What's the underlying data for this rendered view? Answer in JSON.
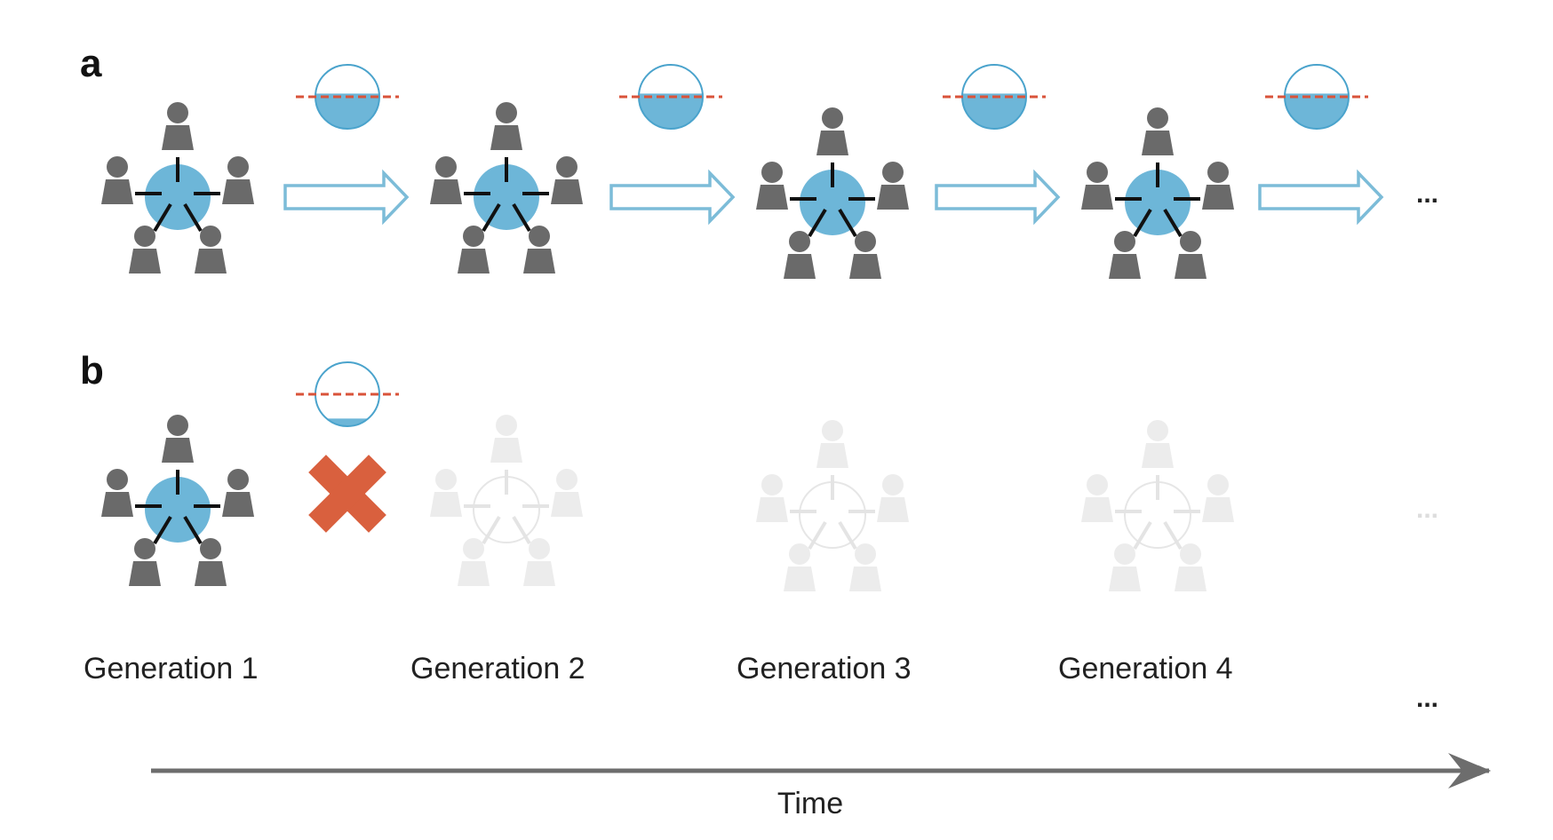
{
  "panels": [
    {
      "label": "a",
      "generations": [
        1,
        2,
        3,
        4
      ],
      "outcome": "continue",
      "continuation": "..."
    },
    {
      "label": "b",
      "generations": [
        1,
        2,
        3,
        4
      ],
      "outcome": "fail",
      "continuation": "..."
    }
  ],
  "generation_labels": [
    "Generation 1",
    "Generation 2",
    "Generation 3",
    "Generation 4"
  ],
  "generation_continuation": "...",
  "axis": {
    "label": "Time"
  },
  "resource_levels": {
    "a": [
      0.55,
      0.55,
      0.55,
      0.55
    ],
    "b": [
      0.12
    ]
  },
  "icons": [
    "person-icon",
    "resource-pool-icon",
    "arrow-right-icon",
    "fail-cross-icon",
    "threshold-line"
  ],
  "colors": {
    "resource_fill": "#6db6d8",
    "resource_stroke": "#4aa3cc",
    "arrow_stroke": "#7cbcd8",
    "person": "#6a6a6a",
    "person_faded": "#ececec",
    "threshold": "#d9533a",
    "cross": "#d9603e",
    "axis": "#6d6d6d",
    "text": "#222222"
  }
}
